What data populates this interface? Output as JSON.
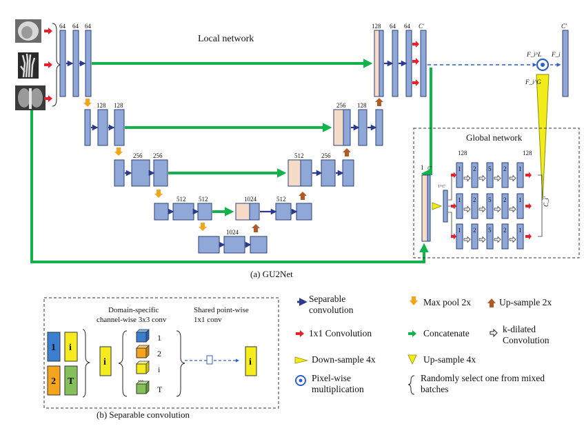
{
  "figure": {
    "local_title": "Local network",
    "global_title": "Global network",
    "caption_a": "(a) GU2Net",
    "caption_b": "(b) Separable convolution",
    "channels": {
      "top_left": [
        "64",
        "64",
        "64"
      ],
      "level2_left": [
        "128",
        "128"
      ],
      "level3_left": [
        "256",
        "256"
      ],
      "level4_left": [
        "512",
        "512"
      ],
      "bottom": "1024",
      "level4_right": [
        "1024",
        "512"
      ],
      "level3_right": [
        "512",
        "256"
      ],
      "level2_right": [
        "256",
        "128"
      ],
      "top_right": [
        "128",
        "64",
        "64"
      ],
      "out_c": "C'",
      "global_left": "128",
      "global_right": "128",
      "global_in": "1",
      "global_in_c": "C'",
      "global_hidden": "1+C'"
    },
    "symbols": {
      "f_local": "F_i^L",
      "f_global": "F_i^G",
      "f_out": "F_i",
      "c_out": "C_i'",
      "c_in": "C_i'"
    },
    "dilations": [
      "1",
      "2",
      "5",
      "2",
      "1"
    ],
    "panel_b": {
      "dw_label_1": "Domain-specific",
      "dw_label_2": "channel-wise 3x3 conv",
      "pw_label_1": "Shared point-wise",
      "pw_label_2": "1x1 conv",
      "cube_labels": [
        "1",
        "2",
        "i",
        "...",
        "T"
      ],
      "input_labels": [
        "1",
        "i",
        "2",
        "T"
      ],
      "mid_label": "i",
      "out_label": "i"
    }
  },
  "legend": {
    "items": [
      {
        "label": "Separable convolution",
        "icon": "blue-arrow-icon"
      },
      {
        "label": "Max pool 2x",
        "icon": "orange-down-arrow-icon"
      },
      {
        "label": "Up-sample 2x",
        "icon": "brown-up-arrow-icon"
      },
      {
        "label": "1x1 Convolution",
        "icon": "red-arrow-icon"
      },
      {
        "label": "Concatenate",
        "icon": "green-arrow-icon"
      },
      {
        "label": "k-dilated Convolution",
        "icon": "outlined-arrow-icon"
      },
      {
        "label": "Down-sample 4x",
        "icon": "yellow-right-triangle-icon"
      },
      {
        "label": "Up-sample 4x",
        "icon": "yellow-down-triangle-icon"
      },
      {
        "label": "Pixel-wise multiplication",
        "icon": "circle-dot-icon"
      },
      {
        "label": "Randomly select one from mixed batches",
        "icon": "brace-icon"
      }
    ]
  },
  "colors": {
    "block": "#8fa8d8",
    "block_stroke": "#2b3f73",
    "concat": "#12b34a",
    "conv": "#2c3a8c",
    "maxpool": "#f4a51c",
    "upsample": "#b15a28",
    "oneby1": "#e8202a",
    "tri": "#f2ec1a",
    "pink": "#f6dcc8"
  }
}
